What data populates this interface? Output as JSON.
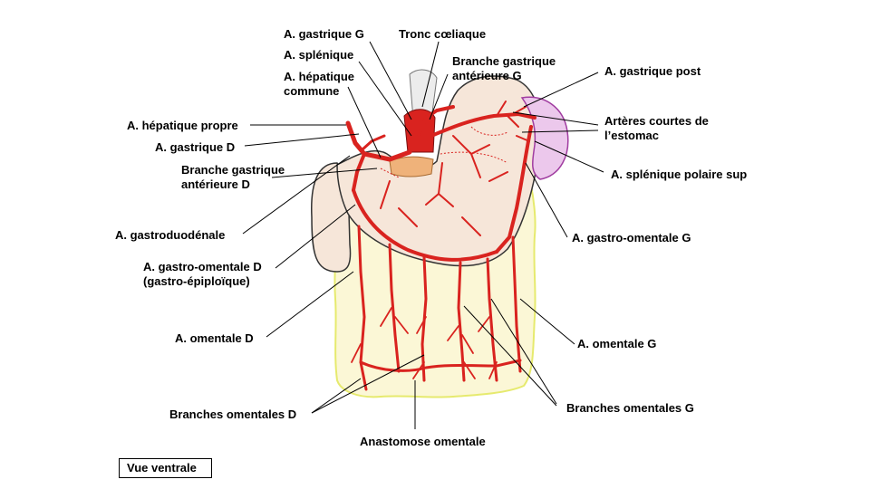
{
  "labels": {
    "gastrique_g": "A. gastrique G",
    "tronc": "Tronc cœliaque",
    "splenique": "A. splénique",
    "branche_ant_g": [
      "Branche gastrique",
      "antérieure G"
    ],
    "hepatique_commune": [
      "A. hépatique",
      "commune"
    ],
    "gastrique_post": "A. gastrique post",
    "hepatique_propre": "A. hépatique propre",
    "courtes": [
      "Artères courtes de",
      "l’estomac"
    ],
    "gastrique_d": "A. gastrique D",
    "branche_ant_d": [
      "Branche gastrique",
      "antérieure D"
    ],
    "splenique_polaire": "A. splénique polaire sup",
    "gastroduodenale": "A. gastroduodénale",
    "gastro_omentale_g": "A. gastro-omentale G",
    "gastro_omentale_d": [
      "A. gastro-omentale D",
      "(gastro-épiploïque)"
    ],
    "omentale_d": "A. omentale D",
    "omentale_g": "A. omentale G",
    "branches_omentales_g": "Branches omentales G",
    "branches_omentales_d": "Branches omentales D",
    "anastomose": "Anastomose omentale",
    "vue": "Vue ventrale"
  },
  "colors": {
    "artery": "#d9231f",
    "stomach_fill": "#f6e6d9",
    "omentum_fill": "#fbf7d6",
    "omentum_edge": "#e6ea6e",
    "spleen_fill": "#ecc8ec",
    "spleen_edge": "#a03ca0"
  }
}
